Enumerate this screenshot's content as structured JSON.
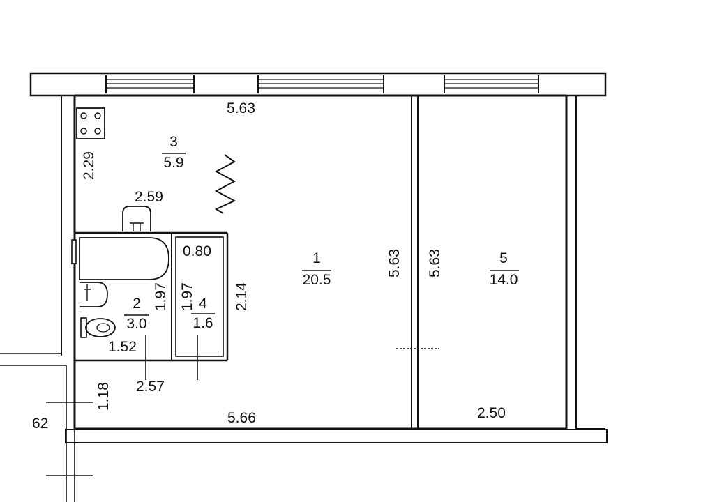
{
  "rooms": [
    {
      "number": "1",
      "area": "20.5"
    },
    {
      "number": "2",
      "area": "3.0"
    },
    {
      "number": "3",
      "area": "5.9"
    },
    {
      "number": "4",
      "area": "1.6"
    },
    {
      "number": "5",
      "area": "14.0"
    }
  ],
  "dimensions": {
    "top_width": "5.63",
    "room1_height_right": "5.63",
    "room5_height_left": "5.63",
    "bottom_width": "5.66",
    "room5_width": "2.50",
    "kitchen_depth": "2.29",
    "kitchen_partition": "2.59",
    "closet_width": "0.80",
    "bath_height": "1.97",
    "closet_height": "1.97",
    "utility_height": "2.14",
    "bath_width": "1.52",
    "hall_width": "2.57",
    "hall_depth": "1.18",
    "corridor_offset": "62"
  },
  "colors": {
    "line": "#111111",
    "background": "#ffffff"
  }
}
